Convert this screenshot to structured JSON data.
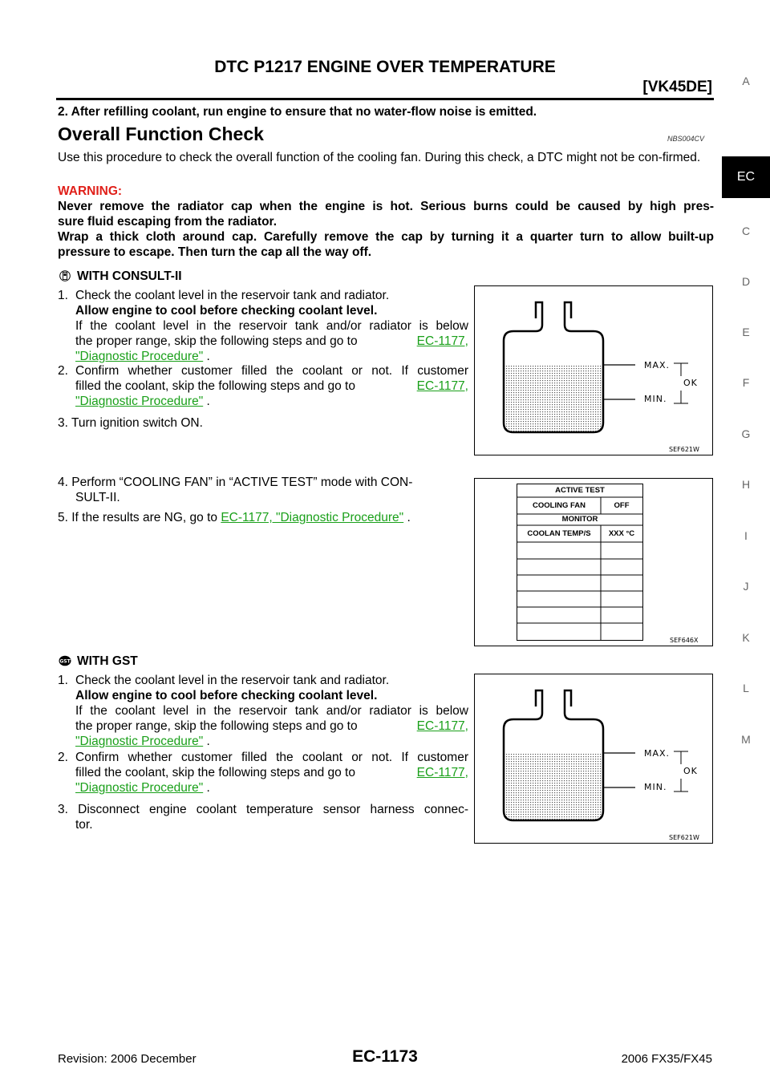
{
  "header": {
    "title": "DTC P1217 ENGINE OVER TEMPERATURE",
    "subtitle": "[VK45DE]"
  },
  "sidebar": {
    "letters": [
      "A",
      "C",
      "D",
      "E",
      "F",
      "G",
      "H",
      "I",
      "J",
      "K",
      "L",
      "M"
    ],
    "active": "EC"
  },
  "intro_step": "2. After refilling coolant, run engine to ensure that no water-flow noise is emitted.",
  "section": {
    "title": "Overall Function Check",
    "code": "NBS004CV"
  },
  "intro_text": "Use this procedure to check the overall function of the cooling fan. During this check, a DTC might not be con-firmed.",
  "warning": {
    "label": "WARNING:",
    "lines": [
      "Never remove the radiator cap when the engine is hot. Serious burns could be caused by high pres-",
      "sure fluid escaping from the radiator.",
      "Wrap a thick cloth around cap. Carefully remove the cap by turning it a quarter turn to allow built-up",
      "pressure to escape. Then turn the cap all the way off."
    ]
  },
  "consult": {
    "title": "WITH CONSULT-II",
    "s1_num": "1.",
    "s1_line1": "Check the coolant level in the reservoir tank and radiator.",
    "s1_bold": "Allow engine to cool before checking coolant level.",
    "s1_line3": "If the coolant level in the reservoir tank and/or radiator is below",
    "s1_line4": "the proper range, skip the following steps and go to",
    "s1_link1": "EC-1177,",
    "s1_link2": "\"Diagnostic Procedure\"",
    "s1_end": ".",
    "s2_num": "2.",
    "s2_line1": "Confirm whether customer filled the coolant or not. If customer",
    "s2_line2": "filled the coolant, skip the following steps and go to",
    "s2_link1": "EC-1177,",
    "s2_link2": "\"Diagnostic Procedure\"",
    "s2_end": ".",
    "s3": "3. Turn ignition switch ON.",
    "s4_line1": "4. Perform “COOLING FAN” in “ACTIVE TEST” mode with CON-",
    "s4_line2": "SULT-II.",
    "s5_pre": "5. If the results are NG, go to",
    "s5_link": "EC-1177, \"Diagnostic Procedure\"",
    "s5_end": "."
  },
  "gst": {
    "title": "WITH GST",
    "s1_num": "1.",
    "s1_line1": "Check the coolant level in the reservoir tank and radiator.",
    "s1_bold": "Allow engine to cool before checking coolant level.",
    "s1_line3": "If the coolant level in the reservoir tank and/or radiator is below",
    "s1_line4": "the proper range, skip the following steps and go to",
    "s1_link1": "EC-1177,",
    "s1_link2": "\"Diagnostic Procedure\"",
    "s1_end": ".",
    "s2_num": "2.",
    "s2_line1": "Confirm whether customer filled the coolant or not. If customer",
    "s2_line2": "filled the coolant, skip the following steps and go to",
    "s2_link1": "EC-1177,",
    "s2_link2": "\"Diagnostic Procedure\"",
    "s2_end": ".",
    "s3_line1": "3. Disconnect engine coolant temperature sensor harness connec-",
    "s3_line2": "tor."
  },
  "figures": {
    "tank": {
      "max": "MAX.",
      "min": "MIN.",
      "ok": "OK",
      "id": "SEF621W"
    },
    "active_test": {
      "title": "ACTIVE TEST",
      "item": "COOLING FAN",
      "value": "OFF",
      "monitor": "MONITOR",
      "mon_item": "COOLAN TEMP/S",
      "mon_value": "XXX °C",
      "id": "SEF646X"
    }
  },
  "footer": {
    "revision": "Revision: 2006 December",
    "page": "EC-1173",
    "model": "2006 FX35/FX45"
  }
}
